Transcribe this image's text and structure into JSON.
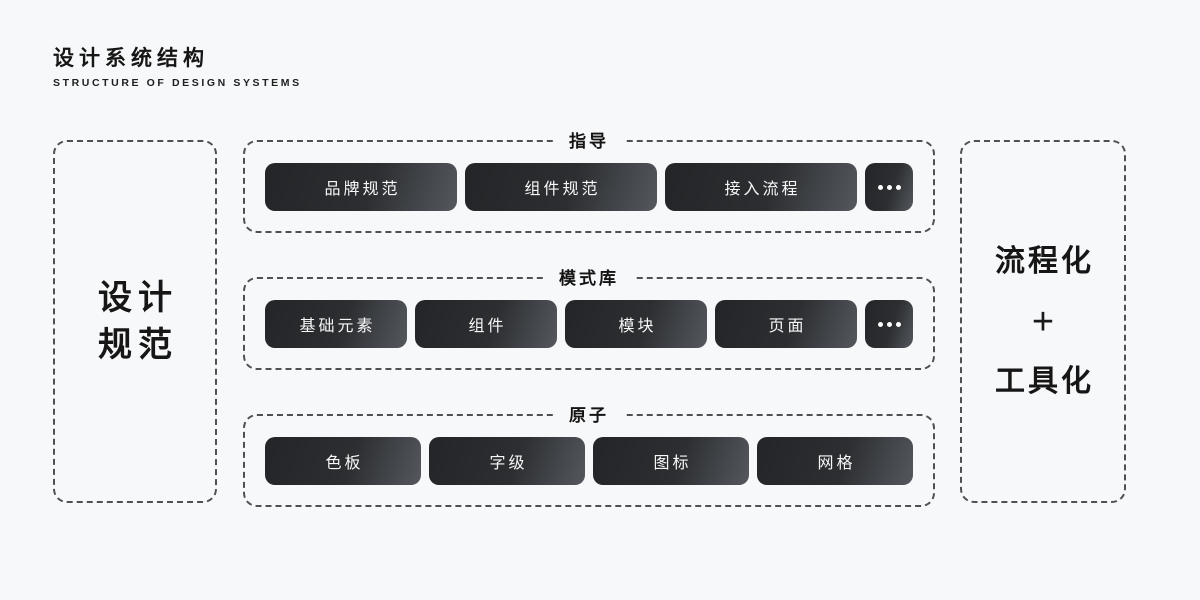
{
  "colors": {
    "background": "#f7f8f9",
    "dash_border": "#4f5052",
    "chip_dark": "#232528",
    "chip_light": "#54585d",
    "chip_text": "#f7f7f7",
    "ink": "#161616"
  },
  "header": {
    "title": "设计系统结构",
    "subtitle": "STRUCTURE OF DESIGN SYSTEMS"
  },
  "left_panel": {
    "lines": [
      "设计",
      "规范"
    ]
  },
  "right_panel": {
    "line1": "流程化",
    "plus": "+",
    "line2": "工具化"
  },
  "sections": [
    {
      "key": "guidance",
      "label": "指导",
      "buttons": [
        "品牌规范",
        "组件规范",
        "接入流程"
      ],
      "has_more": true,
      "more_icon": "ellipsis-icon"
    },
    {
      "key": "pattern-library",
      "label": "模式库",
      "buttons": [
        "基础元素",
        "组件",
        "模块",
        "页面"
      ],
      "has_more": true,
      "more_icon": "ellipsis-icon"
    },
    {
      "key": "atoms",
      "label": "原子",
      "buttons": [
        "色板",
        "字级",
        "图标",
        "网格"
      ],
      "has_more": false
    }
  ]
}
